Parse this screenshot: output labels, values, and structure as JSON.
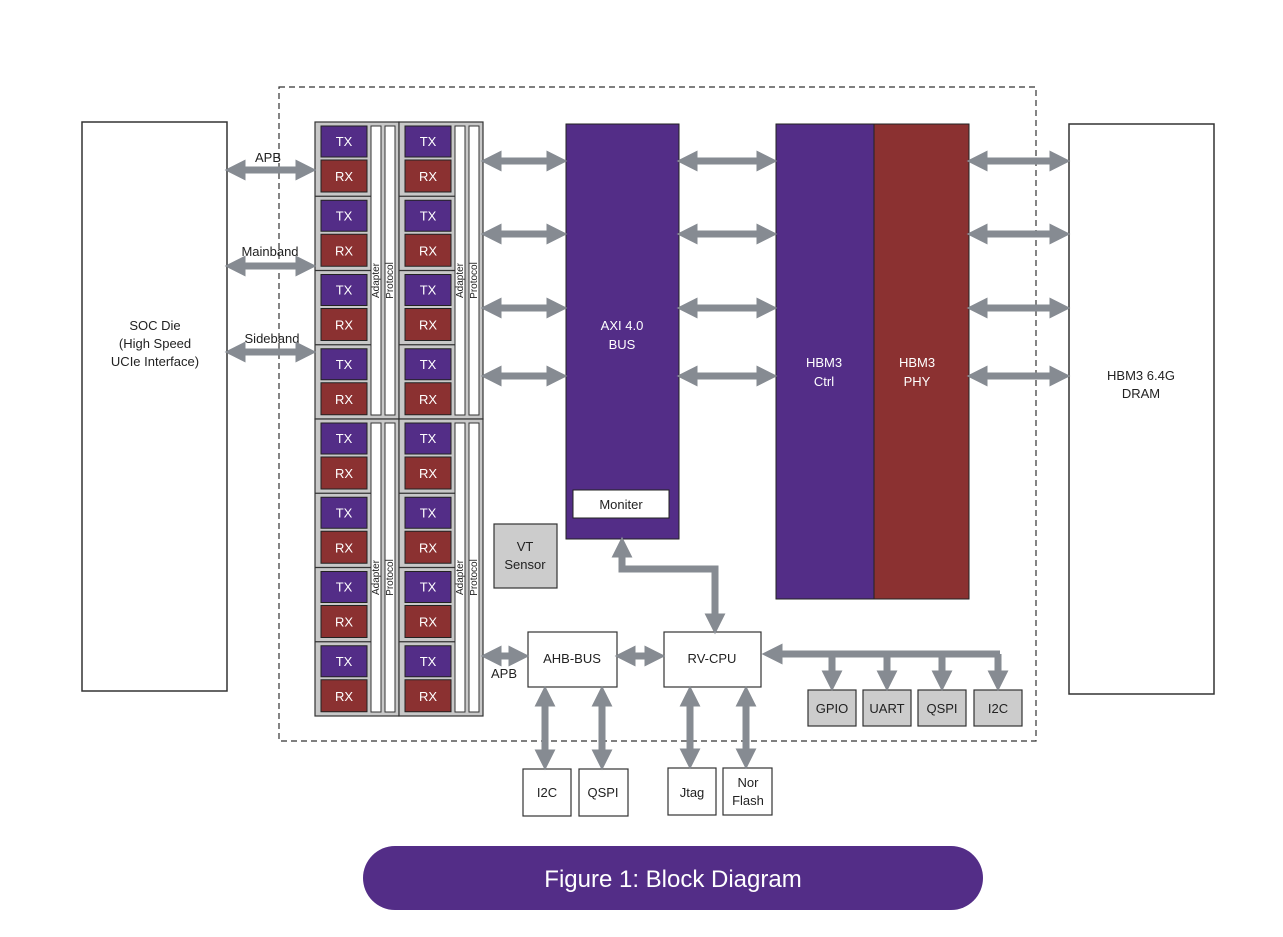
{
  "colors": {
    "purple": "#532d87",
    "red": "#8b3131",
    "gray_arrow": "#868b92",
    "gray_box": "#cccccc",
    "lane_bg": "#c8c8c8",
    "border": "#333333",
    "white": "#ffffff"
  },
  "soc": {
    "lines": [
      "SOC Die",
      "(High Speed",
      "UCIe Interface)"
    ]
  },
  "soc_links": {
    "apb": "APB",
    "mainband": "Mainband",
    "sideband": "Sideband"
  },
  "lane": {
    "tx": "TX",
    "rx": "RX",
    "adapter": "Adapter",
    "protocol": "Protocol"
  },
  "axi": {
    "lines": [
      "AXI 4.0",
      "BUS"
    ],
    "monitor": "Moniter"
  },
  "hbm_ctrl": {
    "lines": [
      "HBM3",
      "Ctrl"
    ]
  },
  "hbm_phy": {
    "lines": [
      "HBM3",
      "PHY"
    ]
  },
  "dram": {
    "lines": [
      "HBM3 6.4G",
      "DRAM"
    ]
  },
  "vt_sensor": {
    "lines": [
      "VT",
      "Sensor"
    ]
  },
  "ahb_bus": {
    "label": "AHB-BUS",
    "apb_label": "APB"
  },
  "rv_cpu": {
    "label": "RV-CPU"
  },
  "peripherals": [
    "GPIO",
    "UART",
    "QSPI",
    "I2C"
  ],
  "external": {
    "i2c": "I2C",
    "qspi": "QSPI",
    "jtag": "Jtag",
    "nor_flash": [
      "Nor",
      "Flash"
    ]
  },
  "caption": "Figure 1:  Block Diagram"
}
